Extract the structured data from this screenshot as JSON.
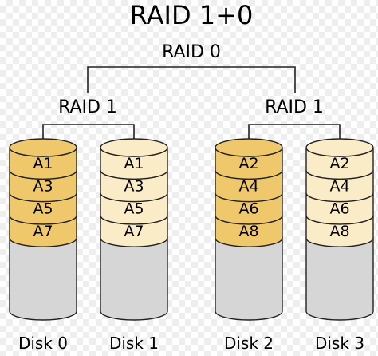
{
  "title": "RAID 1+0",
  "top_label": "RAID 0",
  "groups": [
    {
      "label": "RAID 1"
    },
    {
      "label": "RAID 1"
    }
  ],
  "disks": [
    {
      "name": "Disk 0",
      "blocks": [
        "A1",
        "A3",
        "A5",
        "A7"
      ],
      "style": "primary"
    },
    {
      "name": "Disk 1",
      "blocks": [
        "A1",
        "A3",
        "A5",
        "A7"
      ],
      "style": "mirror"
    },
    {
      "name": "Disk 2",
      "blocks": [
        "A2",
        "A4",
        "A6",
        "A8"
      ],
      "style": "primary"
    },
    {
      "name": "Disk 3",
      "blocks": [
        "A2",
        "A4",
        "A6",
        "A8"
      ],
      "style": "mirror"
    }
  ],
  "colors": {
    "primary_block": "#f0c86c",
    "mirror_block": "#fbecc8",
    "empty_area": "#d6d6d6",
    "stroke": "#222222"
  }
}
